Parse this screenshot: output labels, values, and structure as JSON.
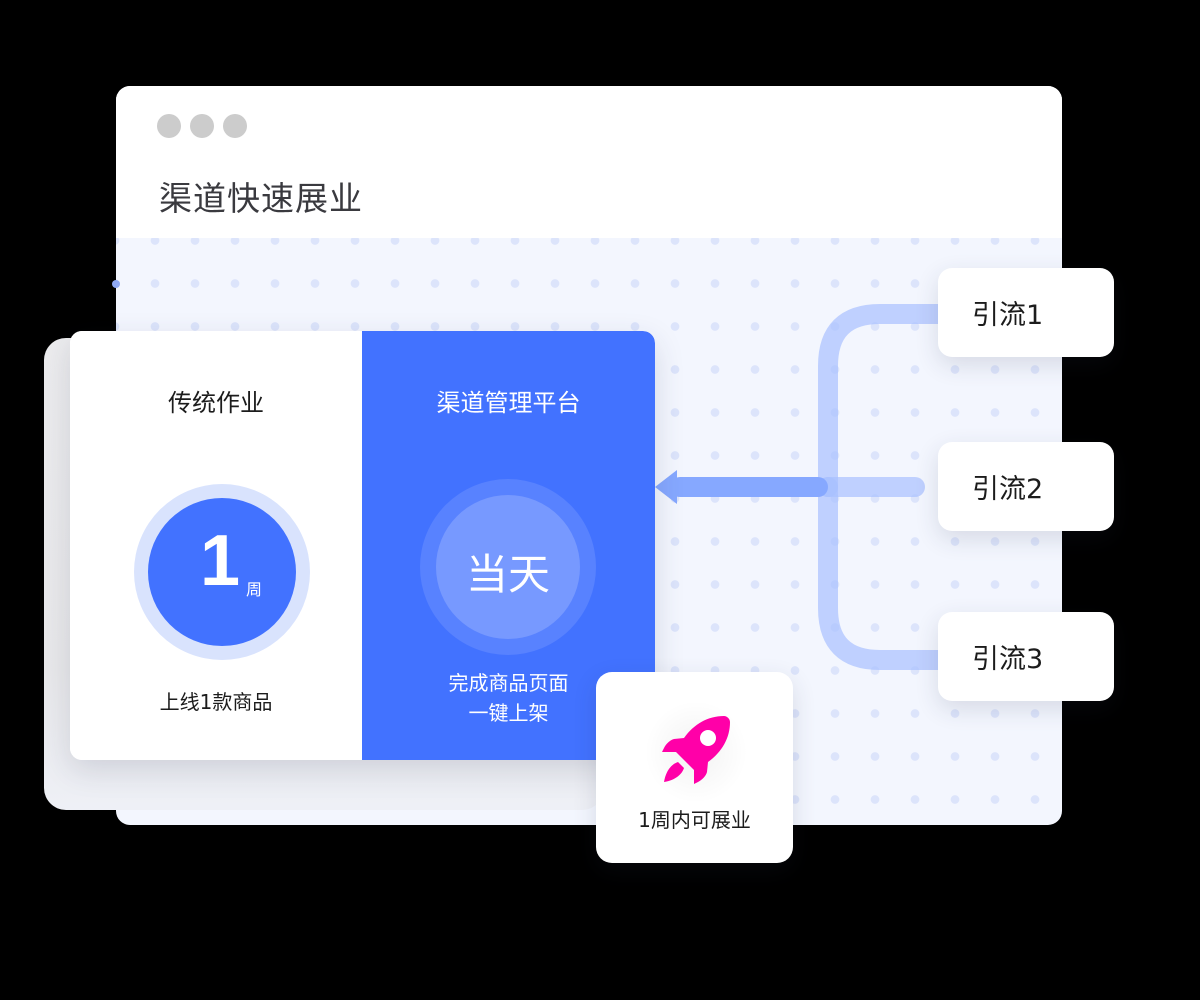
{
  "window": {
    "title": "渠道快速展业",
    "traffic_lights": [
      "dot",
      "dot",
      "dot"
    ]
  },
  "comparison": {
    "traditional": {
      "title": "传统作业",
      "value": "1",
      "unit": "周",
      "caption": "上线1款商品"
    },
    "platform": {
      "title": "渠道管理平台",
      "value": "当天",
      "caption_line1": "完成商品页面",
      "caption_line2": "一键上架"
    }
  },
  "sources": [
    {
      "label": "引流1"
    },
    {
      "label": "引流2"
    },
    {
      "label": "引流3"
    }
  ],
  "badge": {
    "icon": "rocket-icon",
    "label": "1周内可展业"
  },
  "colors": {
    "primary_blue": "#4272ff",
    "light_ring": "#d9e3fd",
    "connector": "#a8c1ff",
    "arrow": "#86a8ff",
    "rocket": "#ff00a8",
    "window_bg": "#f3f6fe",
    "dot": "#dce4fb"
  }
}
